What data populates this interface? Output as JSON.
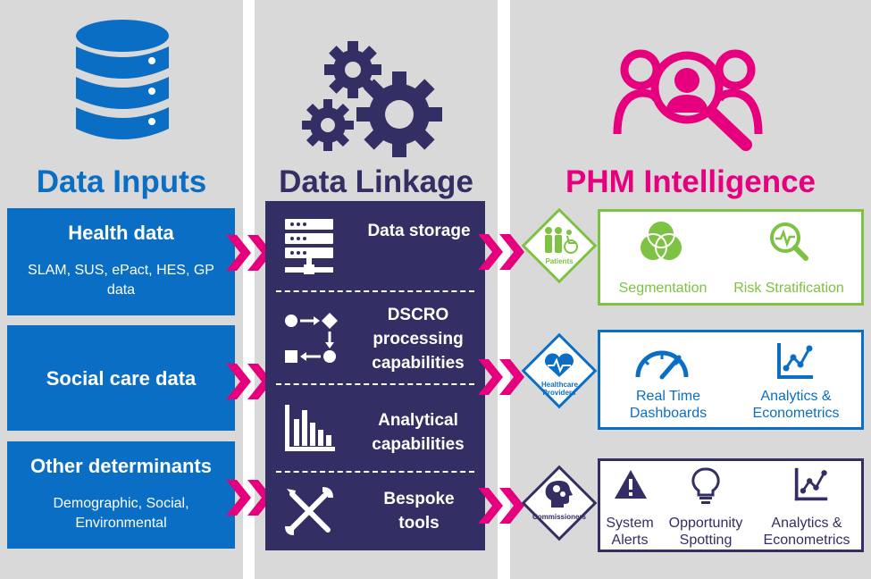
{
  "columns": {
    "inputs_title": "Data Inputs",
    "linkage_title": "Data Linkage",
    "intelligence_title": "PHM Intelligence"
  },
  "inputs": [
    {
      "heading": "Health data",
      "sub": "SLAM, SUS, ePact, HES, GP data"
    },
    {
      "heading": "Social care data",
      "sub": ""
    },
    {
      "heading": "Other determinants",
      "sub": "Demographic, Social, Environmental"
    }
  ],
  "linkage": [
    {
      "label": "Data storage",
      "icon": "server-icon"
    },
    {
      "label": "DSCRO processing capabilities",
      "icon": "process-flow-icon"
    },
    {
      "label": "Analytical capabilities",
      "icon": "bar-chart-icon"
    },
    {
      "label": "Bespoke tools",
      "icon": "tools-icon"
    }
  ],
  "audiences": [
    {
      "label": "Patients",
      "color": "#7dc242",
      "icon": "patients-icon"
    },
    {
      "label": "Healthcare Providers",
      "color": "#0a6fc4",
      "icon": "heart-monitor-icon"
    },
    {
      "label": "Commissioners",
      "color": "#332e63",
      "icon": "head-gears-icon"
    }
  ],
  "outputs": {
    "patients": [
      {
        "label": "Segmentation",
        "icon": "venn-icon"
      },
      {
        "label": "Risk Stratification",
        "icon": "magnifier-pulse-icon"
      }
    ],
    "providers": [
      {
        "label": "Real Time Dashboards",
        "icon": "gauge-icon"
      },
      {
        "label": "Analytics & Econometrics",
        "icon": "line-chart-icon"
      }
    ],
    "commissioners": [
      {
        "label": "System Alerts",
        "icon": "warning-icon"
      },
      {
        "label": "Opportunity Spotting",
        "icon": "lightbulb-icon"
      },
      {
        "label": "Analytics & Econometrics",
        "icon": "line-chart-icon"
      }
    ]
  },
  "colors": {
    "blue": "#0a6fc4",
    "navy": "#332e63",
    "magenta": "#e6007e",
    "green": "#7dc242",
    "grey": "#d9d9d9"
  }
}
